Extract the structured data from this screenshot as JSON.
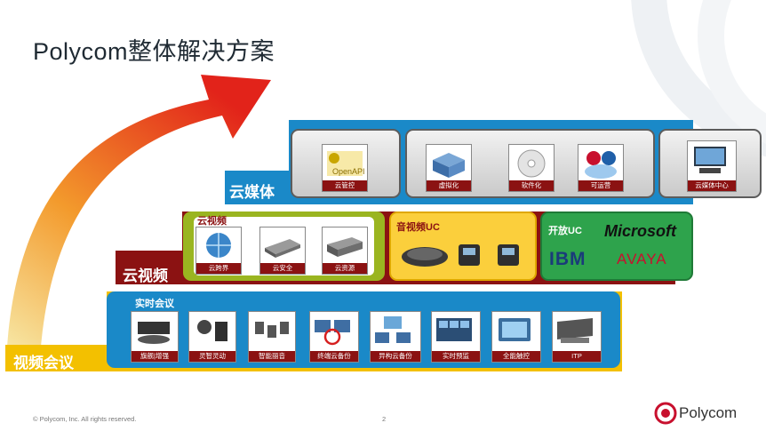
{
  "title": "Polycom整体解决方案",
  "layers": {
    "cloud_media": "云媒体",
    "cloud_video": "云视频",
    "video_conf": "视频会议"
  },
  "cloud_media_tiles": [
    "云管控",
    "虚拟化",
    "软件化",
    "可运营",
    "云媒体中心"
  ],
  "openapi_label": "OpenAPI",
  "cloud_video_panel": {
    "title": "云视频",
    "tiles": [
      "云跨界",
      "云安全",
      "云资源"
    ]
  },
  "av_uc_panel": {
    "title": "音视频UC"
  },
  "open_uc_panel": {
    "title": "开放UC",
    "vendors": [
      "Microsoft",
      "IBM",
      "AVAYA"
    ]
  },
  "realtime_panel": {
    "title": "实时会议",
    "tiles": [
      "旗舰|增强",
      "灵智灵动",
      "智能丽音",
      "终端云备份",
      "异构云备份",
      "实时预监",
      "全能触控",
      "ITP"
    ]
  },
  "footer": {
    "copyright": "© Polycom, Inc. All rights reserved.",
    "page": "2",
    "logo": "Polycom"
  },
  "colors": {
    "arrow_red": "#e2231a",
    "dark_red": "#8b1212",
    "blue": "#1a89c8",
    "yellow": "#f3c000",
    "olive": "#9ab520",
    "green": "#2ea34c"
  }
}
